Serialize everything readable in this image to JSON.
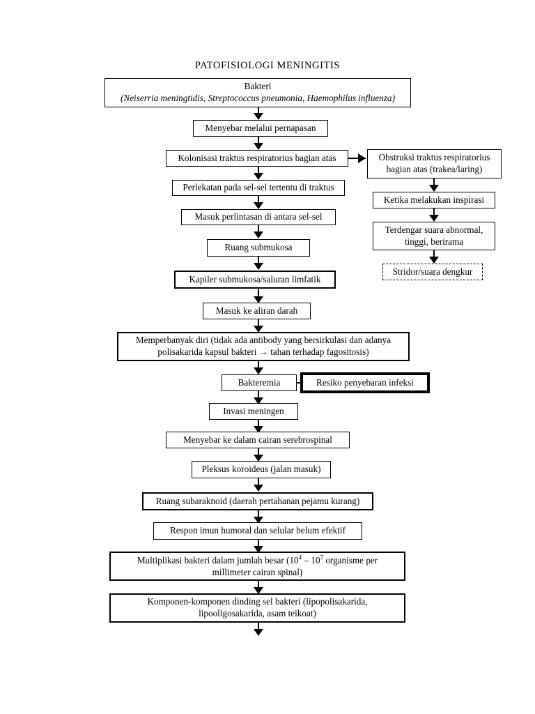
{
  "document": {
    "title": "PATOFISIOLOGI MENINGITIS"
  },
  "diagram": {
    "type": "flowchart",
    "orientation": "top-to-bottom",
    "nodes": {
      "bakteri": {
        "line1": "Bakteri",
        "line2": "(Neiserria meningtidis, Streptococcus pneumonia, Haemophilus influenza)"
      },
      "menyebar_pernapasan": {
        "label": "Menyebar melalui pernapasan"
      },
      "kolonisasi": {
        "label": "Kolonisasi traktus respiratorius bagian atas"
      },
      "obstruksi": {
        "line1": "Obstruksi traktus respiratorius",
        "line2": "bagian atas (trakea/laring)"
      },
      "perlekatan": {
        "label": "Perlekatan pada sel-sel tertentu di traktus"
      },
      "ketika_inspirasi": {
        "label": "Ketika melakukan inspirasi"
      },
      "masuk_perlintasan": {
        "label": "Masuk perlintasan di antara sel-sel"
      },
      "terdengar_suara": {
        "line1": "Terdengar suara abnormal,",
        "line2": "tinggi, berirama"
      },
      "ruang_submukosa": {
        "label": "Ruang submukosa"
      },
      "stridor": {
        "label": "Stridor/suara dengkur"
      },
      "kapiler": {
        "label": "Kapiler submukosa/saluran limfatik"
      },
      "aliran_darah": {
        "label": "Masuk ke aliran darah"
      },
      "memperbanyak": {
        "line1": "Memperbanyak diri (tidak ada antibody yang bersirkulasi dan adanya",
        "line2": "polisakarida kapsul bakteri → tahan terhadap fagositosis)"
      },
      "bakteremia": {
        "label": "Bakteremia"
      },
      "resiko": {
        "label": "Resiko penyebaran infeksi"
      },
      "invasi": {
        "label": "Invasi meningen"
      },
      "serebrospinal": {
        "label": "Menyebar ke dalam cairan serebrospinal"
      },
      "pleksus": {
        "label": "Pleksus koroideus (jalan masuk)"
      },
      "subaraknoid": {
        "label": "Ruang subaraknoid (daerah pertahanan pejamu kurang)"
      },
      "respon_imun": {
        "label": "Respon imun humoral dan selular belum efektif"
      },
      "multiplikasi": {
        "line1_a": "Multiplikasi bakteri dalam jumlah besar (10",
        "line1_sup1": "4",
        "line1_b": " – 10",
        "line1_sup2": "7",
        "line1_c": " organisme per",
        "line2": "millimeter cairan spinal)"
      },
      "komponen": {
        "line1": "Komponen-komponen dinding sel bakteri (lipopolisakarida,",
        "line2": "lipooligosakarida, asam teikoat)"
      }
    },
    "colors": {
      "stroke": "#000000",
      "fill": "#ffffff",
      "text": "#000000"
    }
  }
}
